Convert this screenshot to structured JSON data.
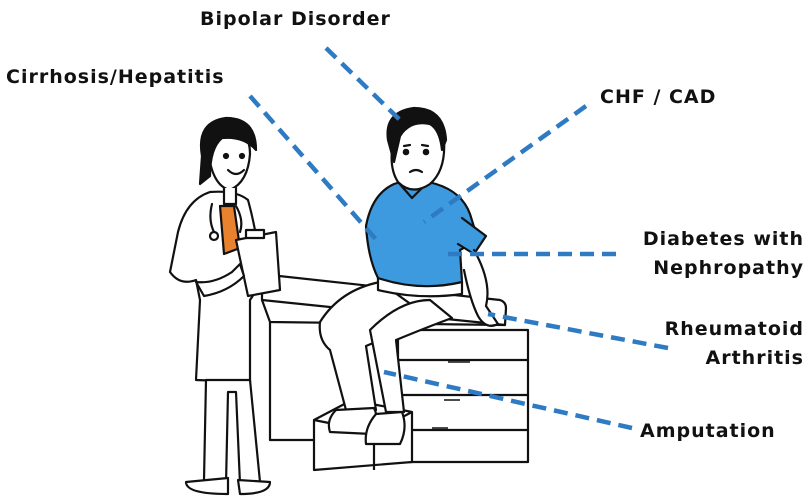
{
  "labels": {
    "bipolar": "Bipolar Disorder",
    "cirrhosis": "Cirrhosis/Hepatitis",
    "chf": "CHF / CAD",
    "diabetes_line1": "Diabetes with",
    "diabetes_line2": "Nephropathy",
    "rheum_line1": "Rheumatoid",
    "rheum_line2": "Arthritis",
    "amputation": "Amputation"
  },
  "colors": {
    "leader": "#2e7bc4",
    "shirt": "#3d9ade",
    "ink": "#111111",
    "doctor_top": "#e8822e",
    "skin": "#ffffff"
  }
}
